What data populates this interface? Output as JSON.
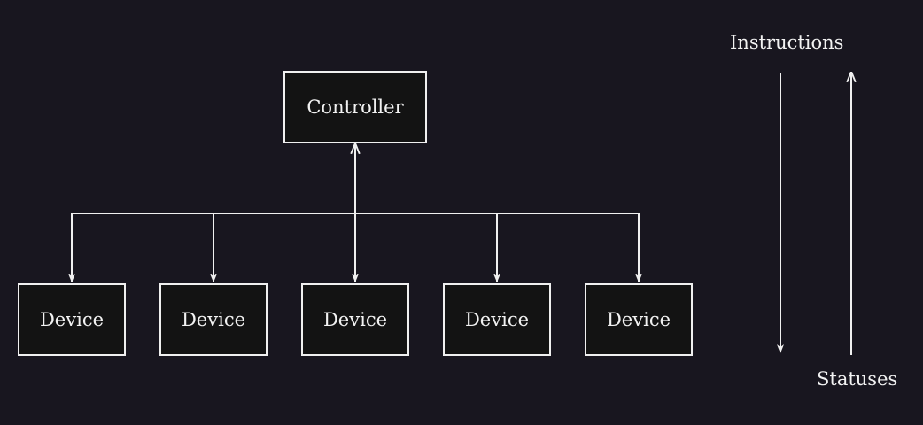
{
  "controller": {
    "label": "Controller"
  },
  "devices": [
    {
      "label": "Device"
    },
    {
      "label": "Device"
    },
    {
      "label": "Device"
    },
    {
      "label": "Device"
    },
    {
      "label": "Device"
    }
  ],
  "legend": {
    "instructions": "Instructions",
    "statuses": "Statuses"
  },
  "colors": {
    "background": "#18161f",
    "line": "#f0f0f0",
    "box_fill": "#131313"
  }
}
